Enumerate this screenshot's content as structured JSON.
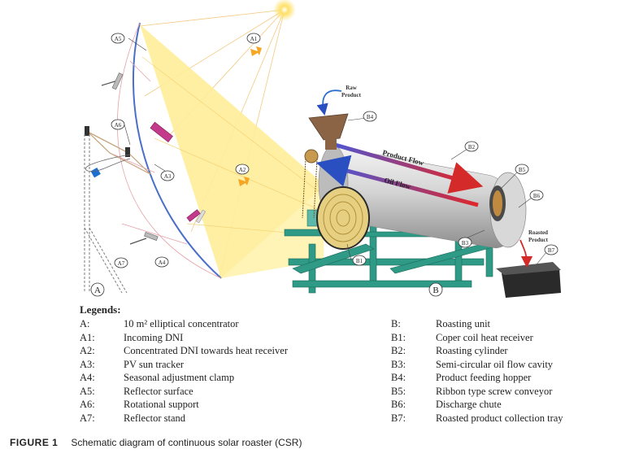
{
  "diagram": {
    "labels": {
      "A": "A",
      "A1": "A1",
      "A2": "A2",
      "A3": "A3",
      "A4": "A4",
      "A5": "A5",
      "A6": "A6",
      "A7": "A7",
      "B": "B",
      "B1": "B1",
      "B2": "B2",
      "B3": "B3",
      "B4": "B4",
      "B5": "B5",
      "B6": "B6",
      "B7": "B7"
    },
    "annotations": {
      "raw_product": [
        "Raw",
        "Product"
      ],
      "roasted_product": [
        "Roasted",
        "Product"
      ],
      "product_flow": "Product Flow",
      "oil_flow": "Oil Flow"
    },
    "colors": {
      "sun": "#ffd84a",
      "concentrated_light": "#fff2a8",
      "reflector": "#4a6fc9",
      "frame": "#2f9a86",
      "cylinder": "#cfcfcf",
      "hopper": "#8a6444",
      "product_arrow": "#d42a2a",
      "oil_arrow": "#3a4fd0",
      "pv_tracker": "#c43a8a"
    }
  },
  "legend": {
    "title": "Legends:",
    "left": [
      {
        "key": "A:",
        "text": "10 m² elliptical concentrator"
      },
      {
        "key": "A1:",
        "text": "Incoming DNI"
      },
      {
        "key": "A2:",
        "text": "Concentrated DNI towards heat receiver"
      },
      {
        "key": "A3:",
        "text": "PV sun tracker"
      },
      {
        "key": "A4:",
        "text": "Seasonal adjustment clamp"
      },
      {
        "key": "A5:",
        "text": "Reflector surface"
      },
      {
        "key": "A6:",
        "text": "Rotational support"
      },
      {
        "key": "A7:",
        "text": "Reflector stand"
      }
    ],
    "right": [
      {
        "key": "B:",
        "text": "Roasting unit"
      },
      {
        "key": "B1:",
        "text": "Coper coil heat receiver"
      },
      {
        "key": "B2:",
        "text": "Roasting cylinder"
      },
      {
        "key": "B3:",
        "text": "Semi-circular oil flow cavity"
      },
      {
        "key": "B4:",
        "text": "Product feeding hopper"
      },
      {
        "key": "B5:",
        "text": "Ribbon type screw conveyor"
      },
      {
        "key": "B6:",
        "text": "Discharge chute"
      },
      {
        "key": "B7:",
        "text": "Roasted product collection tray"
      }
    ]
  },
  "caption": {
    "figure": "FIGURE 1",
    "text": "Schematic diagram of continuous solar roaster (CSR)"
  }
}
